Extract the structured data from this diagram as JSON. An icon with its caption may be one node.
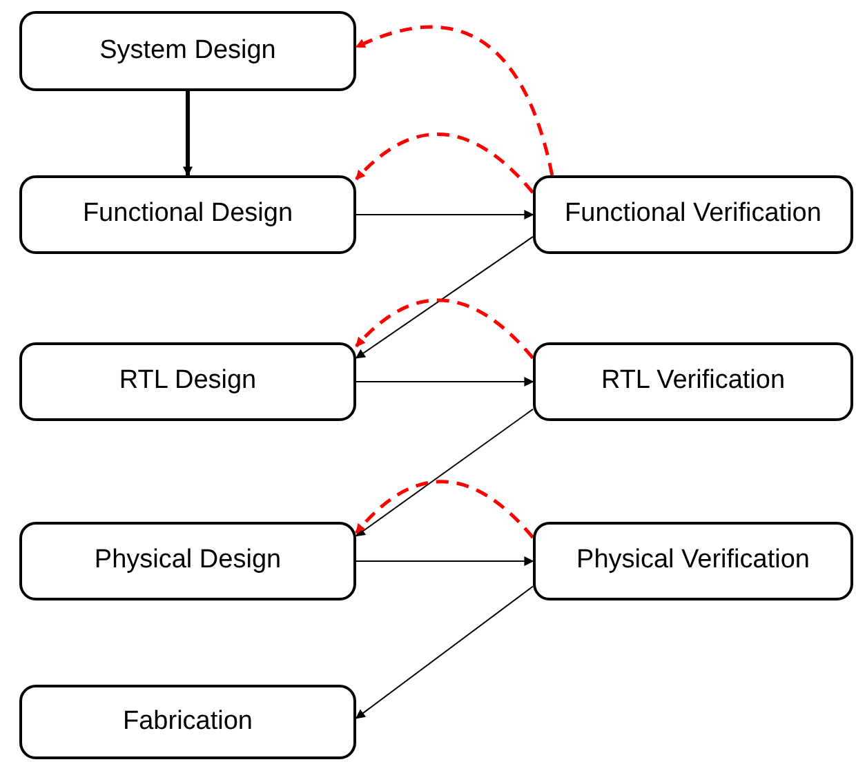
{
  "diagram": {
    "nodes": [
      {
        "text": [
          "System Design"
        ]
      },
      {
        "text": [
          "Functional Design"
        ]
      },
      {
        "text": [
          "Functional Verification"
        ]
      },
      {
        "text": [
          "RTL Design"
        ]
      },
      {
        "text": [
          "RTL Verification"
        ]
      },
      {
        "text": [
          "Physical Design"
        ]
      },
      {
        "text": [
          "Physical Verification"
        ]
      },
      {
        "text": [
          "Fabrication"
        ]
      }
    ],
    "edges": [
      {
        "from": 0,
        "to": 1,
        "arrow": "to",
        "style": "thick"
      },
      {
        "from": 1,
        "to": 2,
        "arrow": "to"
      },
      {
        "from": 2,
        "to": 3,
        "arrow": "to"
      },
      {
        "from": 3,
        "to": 4,
        "arrow": "to"
      },
      {
        "from": 4,
        "to": 5,
        "arrow": "to"
      },
      {
        "from": 5,
        "to": 6,
        "arrow": "to"
      },
      {
        "from": 6,
        "to": 7,
        "arrow": "to"
      },
      {
        "from": 2,
        "to": 0,
        "arrow": "to",
        "style": "dashed",
        "color": "#ff0000"
      },
      {
        "from": 2,
        "to": 1,
        "arrow": "to",
        "style": "dashed",
        "color": "#ff0000"
      },
      {
        "from": 4,
        "to": 3,
        "arrow": "to",
        "style": "dashed",
        "color": "#ff0000"
      },
      {
        "from": 6,
        "to": 5,
        "arrow": "to",
        "style": "dashed",
        "color": "#ff0000"
      }
    ]
  }
}
